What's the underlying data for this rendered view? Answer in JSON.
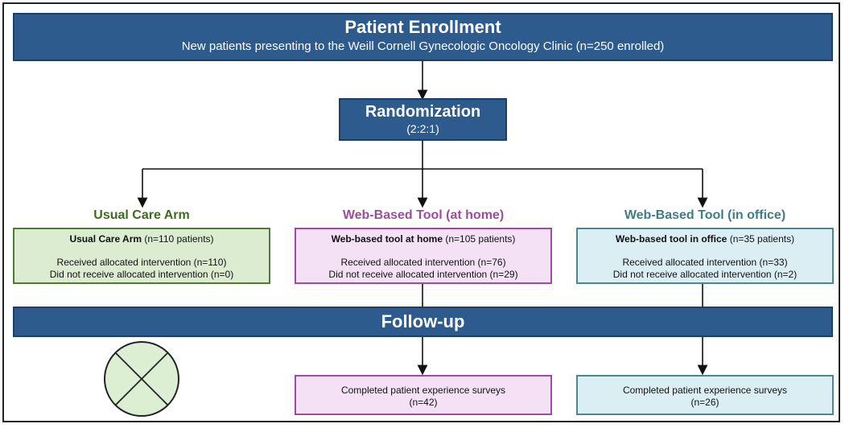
{
  "enrollment": {
    "title": "Patient Enrollment",
    "subtitle": "New patients presenting to the Weill Cornell Gynecologic Oncology Clinic (n=250 enrolled)"
  },
  "randomization": {
    "title": "Randomization",
    "ratio": "(2:2:1)"
  },
  "arms": [
    {
      "heading": "Usual Care Arm",
      "box_bold": "Usual Care Arm",
      "box_rest": " (n=110 patients)",
      "received": "Received allocated intervention (n=110)",
      "not_received": "Did not receive allocated intervention (n=0)"
    },
    {
      "heading": "Web-Based Tool (at home)",
      "box_bold": "Web-based tool at home",
      "box_rest": " (n=105 patients)",
      "received": "Received allocated intervention (n=76)",
      "not_received": "Did not receive allocated intervention (n=29)"
    },
    {
      "heading": "Web-Based Tool (in office)",
      "box_bold": "Web-based tool in office",
      "box_rest": " (n=35 patients)",
      "received": "Received allocated intervention (n=33)",
      "not_received": "Did not receive allocated intervention (n=2)"
    }
  ],
  "followup": {
    "title": "Follow-up"
  },
  "surveys": [
    {
      "label": "Completed patient experience surveys",
      "n": "(n=42)"
    },
    {
      "label": "Completed patient experience surveys",
      "n": "(n=26)"
    }
  ],
  "colors": {
    "bar_fill": "#2d5b8e",
    "usual_care": "#4e7b34",
    "at_home": "#9b4ea0",
    "in_office": "#4c8694"
  },
  "icons": {
    "no_followup": "crossed-circle-icon"
  }
}
